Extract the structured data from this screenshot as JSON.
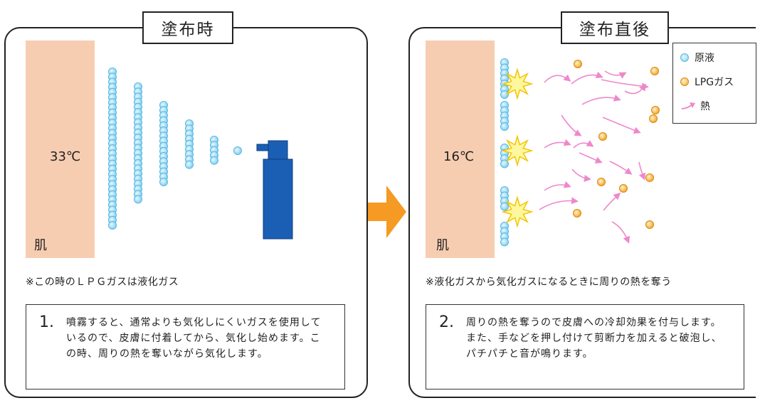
{
  "colors": {
    "skin": "#f7cdb1",
    "liquid_drop": "#7ed0f2",
    "lpg_gas": "#f5a623",
    "heat_arrow": "#ee88cc",
    "arrow_orange": "#f59a23",
    "can_blue": "#1b5fb5"
  },
  "panel1": {
    "title": "塗布時",
    "temperature": "33℃",
    "skin_label": "肌",
    "note": "※この時のＬＰＧガスは液化ガス",
    "step_number": "1.",
    "step_text": "噴霧すると、通常よりも気化しにくいガスを使用しているので、皮膚に付着してから、気化し始めます。この時、周りの熱を奪いながら気化します。"
  },
  "panel2": {
    "title": "塗布直後",
    "temperature": "16℃",
    "skin_label": "肌",
    "note": "※液化ガスから気化ガスになるときに周りの熱を奪う",
    "step_number": "2.",
    "step_text": "周りの熱を奪うので皮膚への冷却効果を付与します。また、手などを押し付けて剪断力を加えると破泡し、パチパチと音が鳴ります。"
  },
  "legend": {
    "liquid": "原液",
    "lpg": "LPGガス",
    "heat": "熱"
  },
  "icons": [
    "liquid-drop-icon",
    "lpg-gas-icon",
    "heat-arrow-icon",
    "spray-can-icon",
    "burst-icon",
    "transition-arrow-icon"
  ]
}
